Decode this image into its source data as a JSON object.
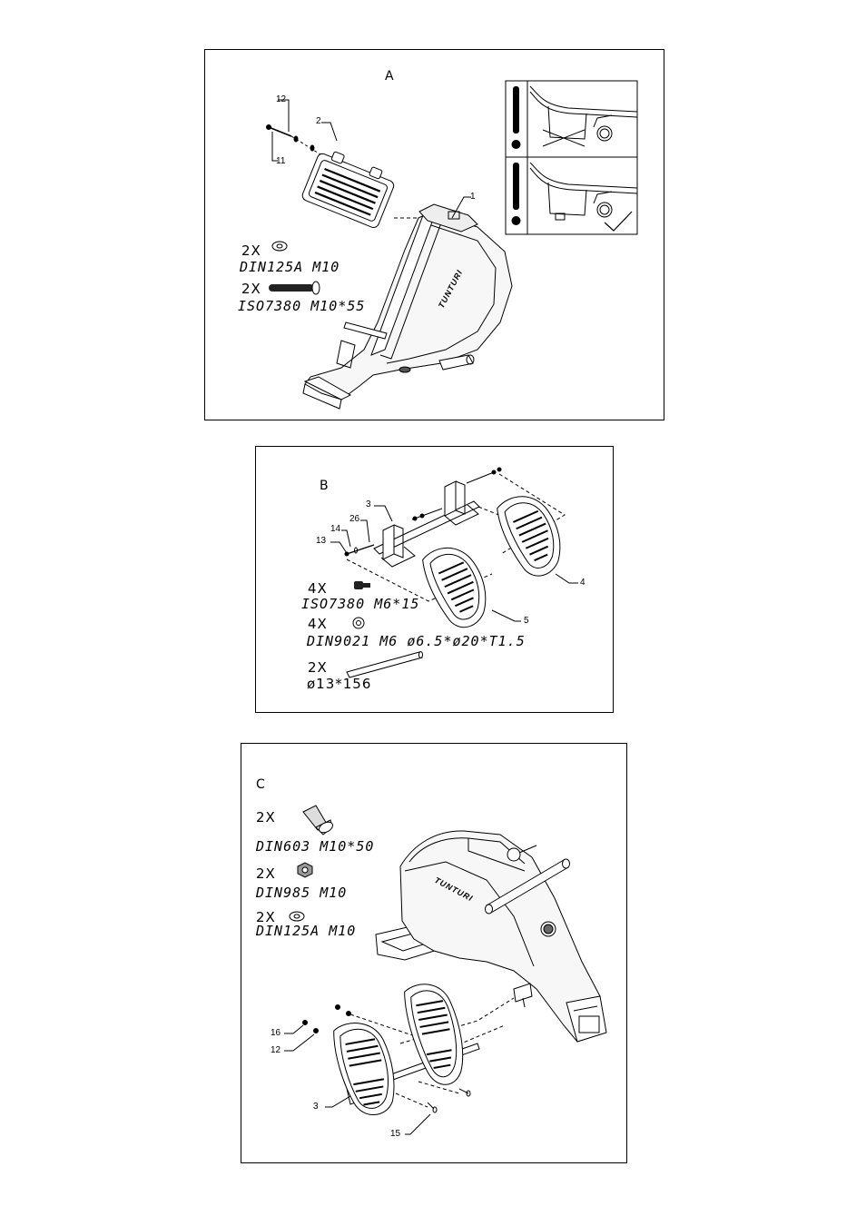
{
  "panel_a": {
    "label": "A",
    "callouts": [
      "12",
      "2",
      "11",
      "1"
    ],
    "hardware": [
      {
        "qty": "2X",
        "part": "DIN125A  M10",
        "icon": "washer-icon"
      },
      {
        "qty": "2X",
        "part": "ISO7380  M10*55",
        "icon": "bolt-icon"
      }
    ],
    "brand": "TUNTURI"
  },
  "panel_b": {
    "label": "B",
    "callouts": [
      "3",
      "26",
      "14",
      "13",
      "4",
      "5"
    ],
    "hardware": [
      {
        "qty": "4X",
        "part": "ISO7380  M6*15",
        "icon": "bolt-icon"
      },
      {
        "qty": "4X",
        "part": "DIN9021  M6  ø6.5*ø20*T1.5",
        "icon": "washer-icon"
      },
      {
        "qty": "2X",
        "part": "ø13*156",
        "icon": "tube-icon"
      }
    ]
  },
  "panel_c": {
    "label": "C",
    "callouts": [
      "16",
      "12",
      "3",
      "15"
    ],
    "hardware": [
      {
        "qty": "2X",
        "part": "DIN603  M10*50",
        "icon": "carriage-bolt-icon"
      },
      {
        "qty": "2X",
        "part": "DIN985  M10",
        "icon": "nut-icon"
      },
      {
        "qty": "2X",
        "part": "DIN125A  M10",
        "icon": "washer-icon"
      }
    ],
    "brand": "TUNTURI"
  }
}
